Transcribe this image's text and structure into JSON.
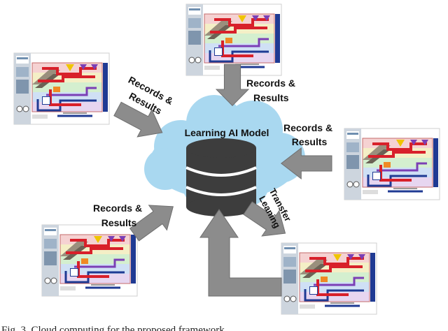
{
  "cloud": {
    "title": "Learning AI Model",
    "color": "#a9d8f0"
  },
  "database": {
    "body_color": "#3d3d3d",
    "band_color": "#ffffff"
  },
  "flows": [
    {
      "line1": "Records &",
      "line2": "Results"
    },
    {
      "line1": "Records &",
      "line2": "Results"
    },
    {
      "line1": "Records &",
      "line2": "Results"
    },
    {
      "line1": "Records &",
      "line2": "Results"
    }
  ],
  "transfer": {
    "line1": "Transfer",
    "line2": "Leaning"
  },
  "caption": "Fig. 3. Cloud computing for the proposed framework.",
  "arrow_color": "#8c8c8c",
  "panel_colors": {
    "stripe_red": "#f5d2d2",
    "stripe_yellow": "#f4efc6",
    "stripe_green": "#d4efcf",
    "stripe_blue": "#cfe0f5",
    "stripe_violet": "#e7d6f0",
    "pipe_red": "#d8202a",
    "pipe_blue": "#1f3a93",
    "pipe_purple": "#7b3fb5",
    "pipe_yellow": "#f0c400"
  }
}
